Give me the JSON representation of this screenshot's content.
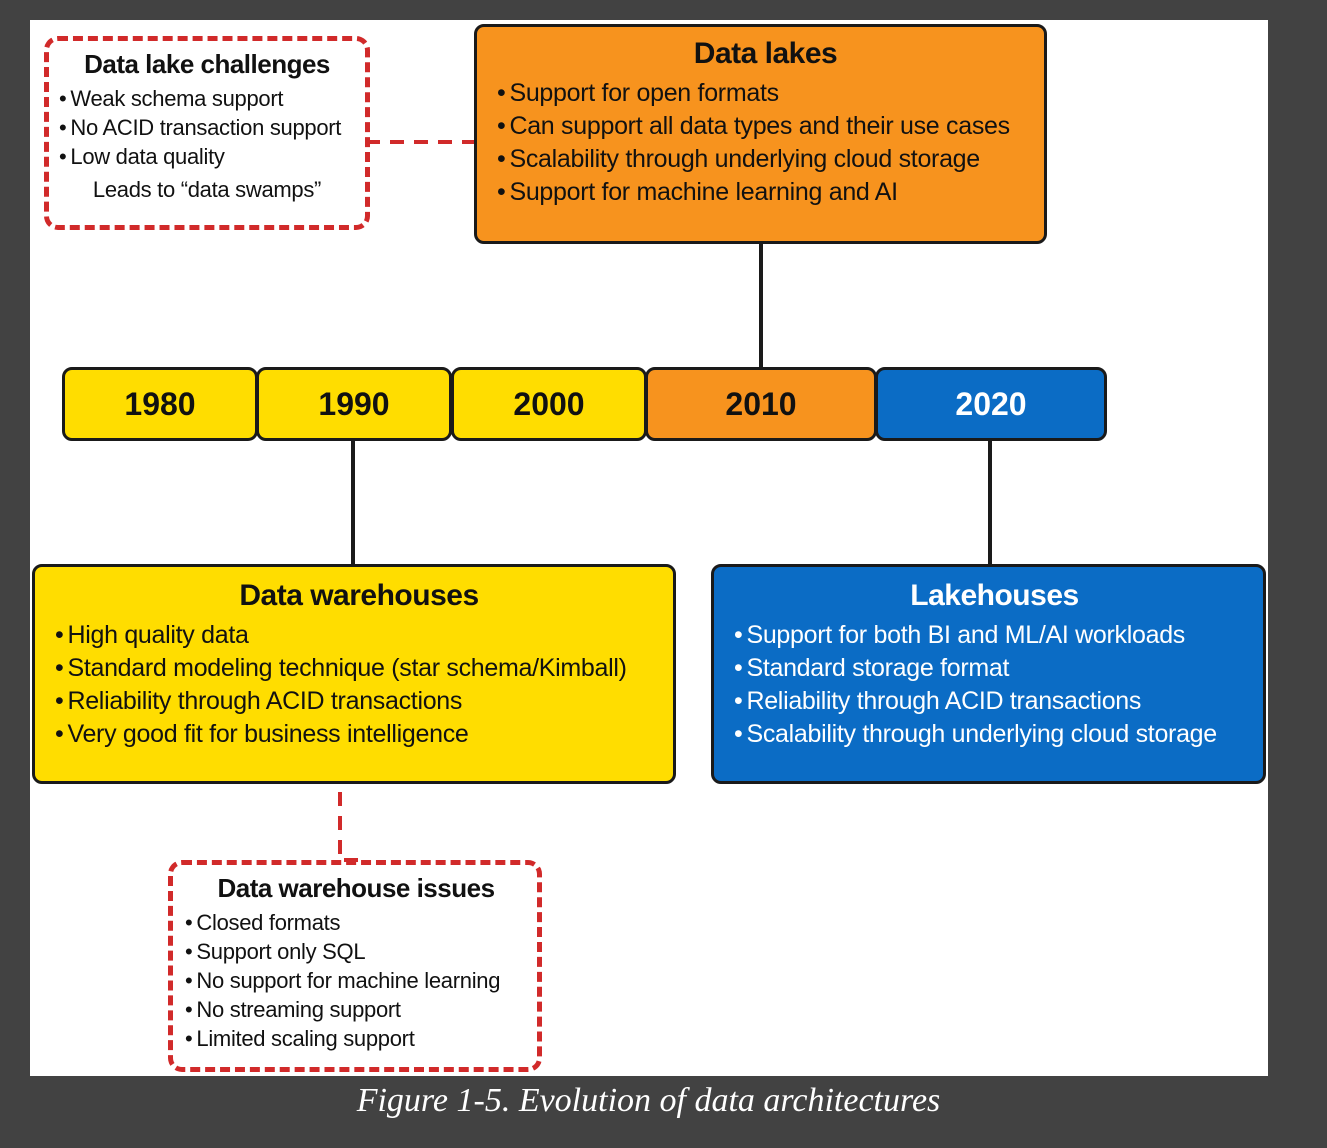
{
  "colors": {
    "yellow": "#ffdd00",
    "orange": "#f7931e",
    "blue": "#0b6cc5",
    "dashed_red": "#d12a2a",
    "line": "#1a1a1a",
    "background": "#424242"
  },
  "timeline": [
    {
      "label": "1980",
      "color": "yellow"
    },
    {
      "label": "1990",
      "color": "yellow"
    },
    {
      "label": "2000",
      "color": "yellow"
    },
    {
      "label": "2010",
      "color": "orange"
    },
    {
      "label": "2020",
      "color": "blue"
    }
  ],
  "data_lakes": {
    "title": "Data lakes",
    "items": [
      "Support for open formats",
      "Can support all data types and their use cases",
      "Scalability through underlying cloud storage",
      "Support for machine learning and AI"
    ]
  },
  "data_lake_challenges": {
    "title": "Data lake challenges",
    "items": [
      "Weak schema support",
      "No ACID transaction support",
      "Low data quality"
    ],
    "footer": "Leads to “data swamps”"
  },
  "data_warehouses": {
    "title": "Data warehouses",
    "items": [
      "High quality data",
      "Standard modeling technique (star schema/Kimball)",
      "Reliability through ACID transactions",
      "Very good fit for business intelligence"
    ]
  },
  "data_warehouse_issues": {
    "title": "Data warehouse issues",
    "items": [
      "Closed formats",
      "Support only SQL",
      "No support for machine learning",
      "No streaming support",
      "Limited scaling support"
    ]
  },
  "lakehouses": {
    "title": "Lakehouses",
    "items": [
      "Support for both BI and ML/AI workloads",
      "Standard storage format",
      "Reliability through ACID transactions",
      "Scalability through underlying cloud storage"
    ]
  },
  "caption": "Figure 1-5. Evolution of data architectures"
}
